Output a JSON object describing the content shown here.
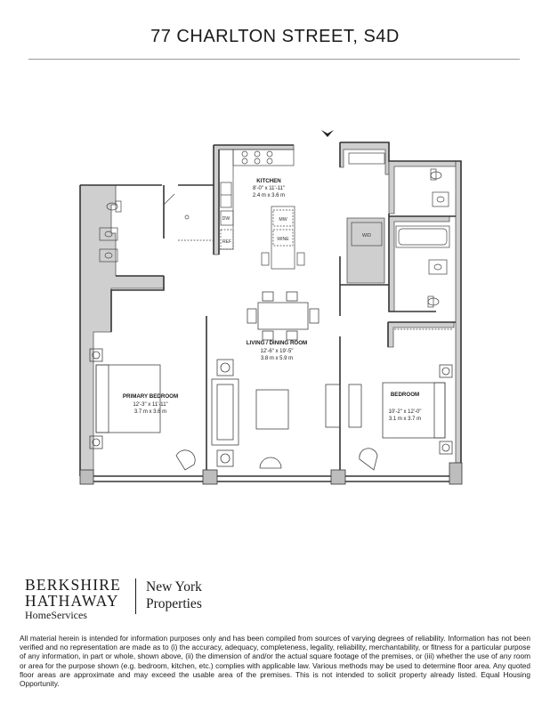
{
  "header": {
    "title": "77 CHARLTON STREET, S4D"
  },
  "rooms": {
    "kitchen": {
      "name": "KITCHEN",
      "dim_imperial": "8'-0\" x 11'-11\"",
      "dim_metric": "2.4 m x 3.6 m"
    },
    "living": {
      "name": "LIVING / DINING ROOM",
      "dim_imperial": "12'-6\" x 19'-5\"",
      "dim_metric": "3.8 m x 5.9 m"
    },
    "primary_bedroom": {
      "name": "PRIMARY BEDROOM",
      "dim_imperial": "12'-3\" x 11'-11\"",
      "dim_metric": "3.7 m x 3.6 m"
    },
    "bedroom": {
      "name": "BEDROOM",
      "dim_imperial": "10'-2\" x 12'-0\"",
      "dim_metric": "3.1 m x 3.7 m"
    }
  },
  "appliances": {
    "dw": "DW",
    "ref": "REF",
    "mw": "MW",
    "wine": "WINE",
    "wd": "W/D"
  },
  "logo": {
    "line1": "BERKSHIRE",
    "line2": "HATHAWAY",
    "line3": "HomeServices",
    "right1": "New York",
    "right2": "Properties"
  },
  "disclaimer": "All material herein is intended for information purposes only and has been compiled from sources of varying degrees of reliability. Information has not been verified and no representation are made as to (i) the accuracy, adequacy, completeness, legality, reliability, merchantability, or fitness for a particular purpose of any information, in part or whole, shown above, (ii) the dimension of and/or the actual square footage of the premises, or (iii) whether the use of any room or area for the purpose shown (e.g. bedroom, kitchen, etc.) complies with applicable law. Various methods may be used to determine floor area. Any quoted floor areas are approximate and may exceed the usable area of the premises. This is not intended to solicit property already listed. Equal Housing Opportunity."
}
